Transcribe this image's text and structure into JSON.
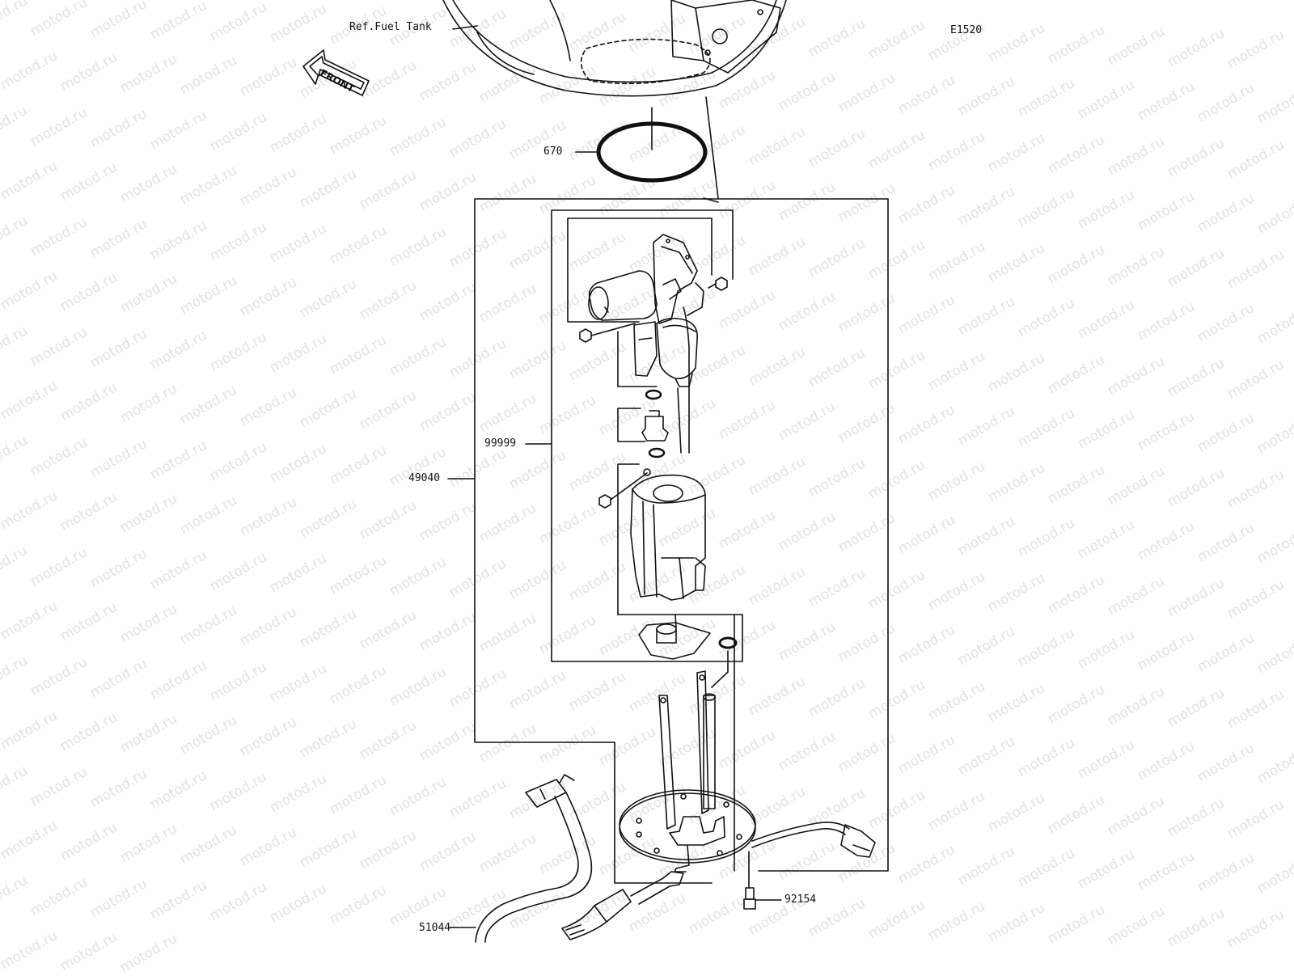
{
  "diagram": {
    "code": "E1520",
    "ref_label": "Ref.Fuel Tank",
    "front_label": "FRONT",
    "parts": {
      "p670": "670",
      "p99999": "99999",
      "p49040": "49040",
      "p92154": "92154",
      "p51044": "51044"
    }
  },
  "watermark": {
    "text": "motod.ru"
  }
}
